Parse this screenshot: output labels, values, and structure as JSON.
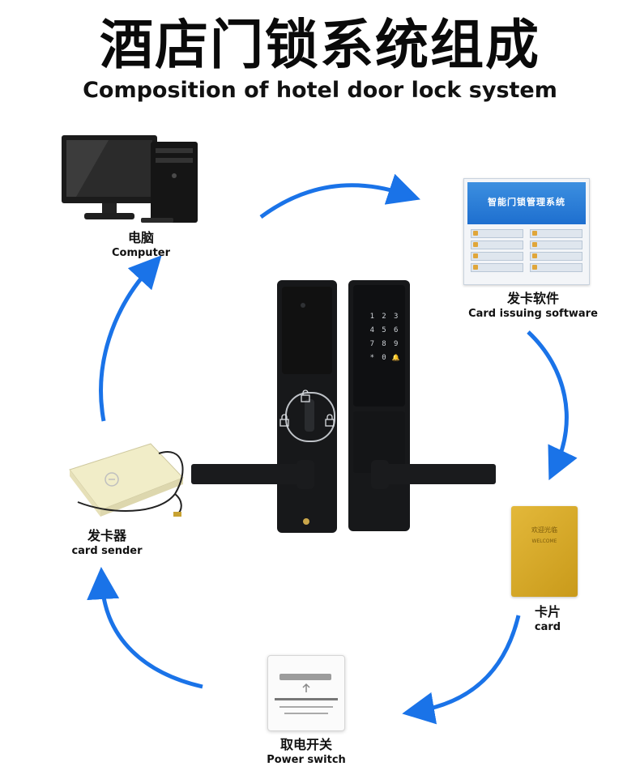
{
  "header": {
    "title_cn": "酒店门锁系统组成",
    "title_en": "Composition of hotel door lock system"
  },
  "components": {
    "computer": {
      "name_cn": "电脑",
      "name_en": "Computer"
    },
    "software": {
      "name_cn": "发卡软件",
      "name_en": "Card issuing software",
      "screen_title": "智能门锁管理系统"
    },
    "card": {
      "name_cn": "卡片",
      "name_en": "card"
    },
    "power_switch": {
      "name_cn": "取电开关",
      "name_en": "Power switch"
    },
    "card_sender": {
      "name_cn": "发卡器",
      "name_en": "card sender"
    }
  },
  "lock": {
    "keypad_keys": [
      "1",
      "2",
      "3",
      "4",
      "5",
      "6",
      "7",
      "8",
      "9",
      "*",
      "0",
      "🔔"
    ]
  },
  "colors": {
    "arrow": "#1a73e8",
    "lock_body": "#17181a",
    "card_gold": "#d6aa2a"
  }
}
